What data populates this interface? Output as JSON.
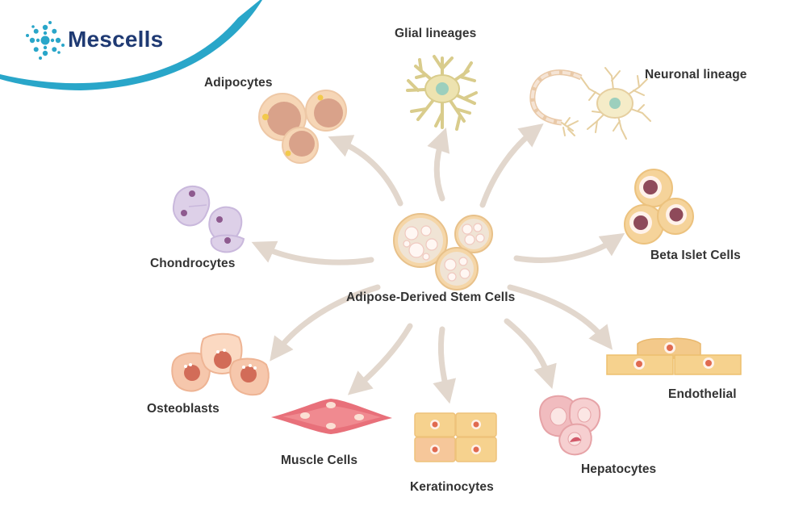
{
  "brand": {
    "name": "Mescells",
    "logo_icon": "mescells-logo-icon",
    "accent_color": "#29a6c9",
    "text_color": "#1f3a73"
  },
  "center": {
    "label": "Adipose-Derived Stem Cells"
  },
  "lineages": {
    "glial": "Glial lineages",
    "neuronal": "Neuronal lineage",
    "adipocytes": "Adipocytes",
    "chondrocytes": "Chondrocytes",
    "beta_islet": "Beta Islet Cells",
    "endothelial": "Endothelial",
    "osteoblasts": "Osteoblasts",
    "muscle": "Muscle Cells",
    "keratinocytes": "Keratinocytes",
    "hepatocytes": "Hepatocytes"
  },
  "colors": {
    "arrow": "#e2d7cd",
    "label": "#333333"
  }
}
